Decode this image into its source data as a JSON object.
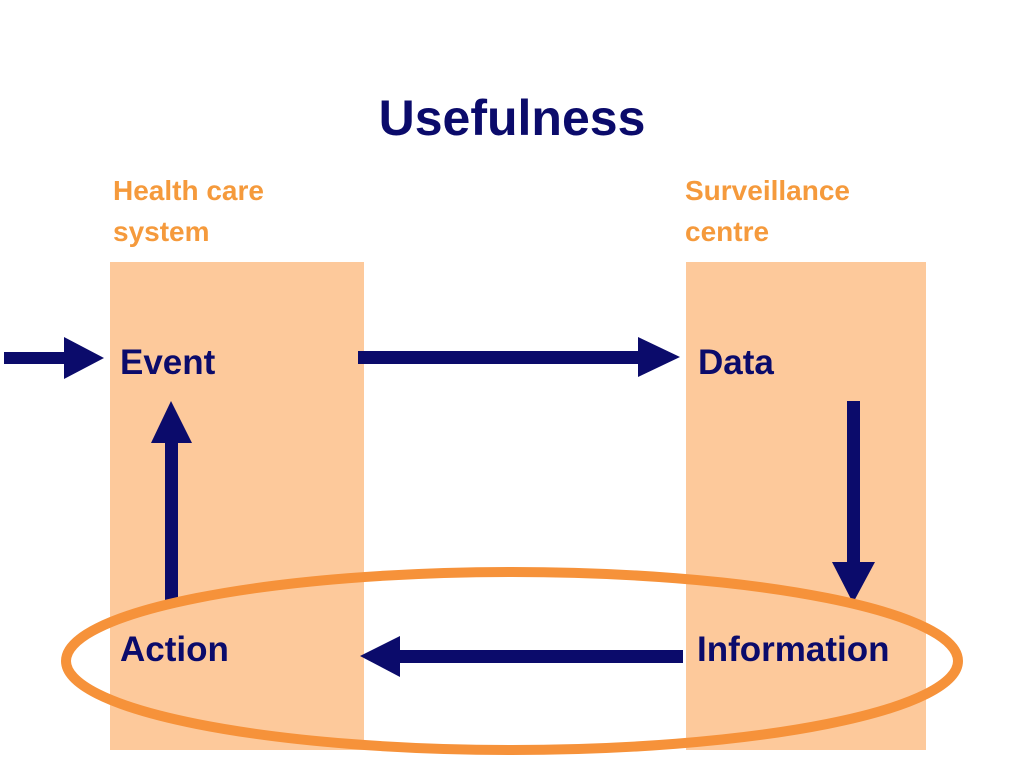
{
  "title": "Usefulness",
  "columns": {
    "left": {
      "line1": "Health care",
      "line2": "system"
    },
    "right": {
      "line1": "Surveillance",
      "line2": "centre"
    }
  },
  "nodes": {
    "event": "Event",
    "data": "Data",
    "information": "Information",
    "action": "Action"
  },
  "colors": {
    "title": "#0b0b6b",
    "header": "#f59a3c",
    "panel": "#fdc99b",
    "arrow": "#0b0b6b",
    "ellipse": "#f6923a",
    "node_text": "#0b0b6b"
  }
}
